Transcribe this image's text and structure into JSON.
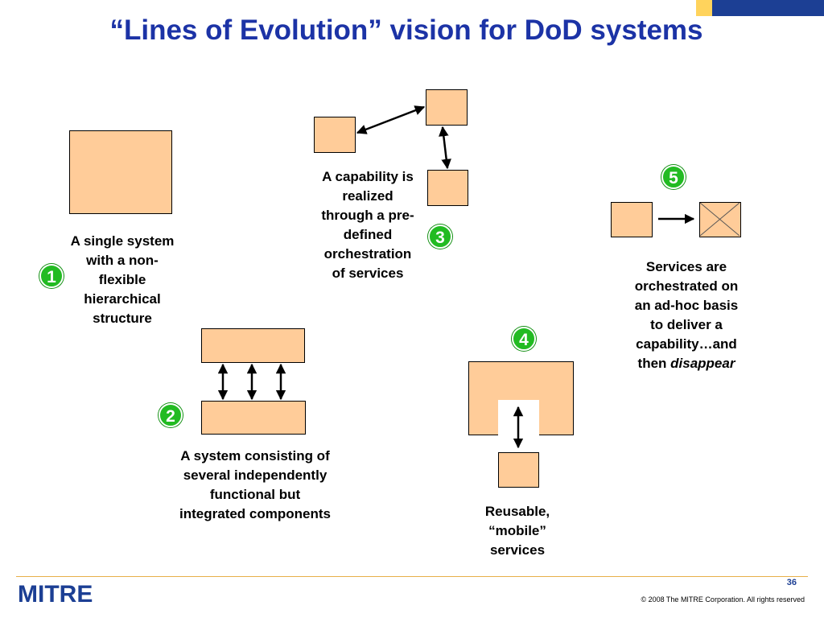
{
  "title": "“Lines of Evolution” vision for DoD systems",
  "badges": [
    "1",
    "2",
    "3",
    "4",
    "5"
  ],
  "captions": {
    "c1": [
      "A single system",
      "with a non-",
      "flexible",
      "hierarchical",
      "structure"
    ],
    "c2": [
      "A system consisting of",
      "several independently",
      "functional but",
      "integrated components"
    ],
    "c3": [
      "A capability is",
      "realized",
      "through a pre-",
      "defined",
      "orchestration",
      "of services"
    ],
    "c4": [
      "Reusable,",
      "“mobile”",
      "services"
    ],
    "c5_lines": [
      "Services are",
      "orchestrated on",
      "an ad-hoc basis",
      "to deliver a",
      "capability…and"
    ],
    "c5_last_prefix": "then ",
    "c5_last_emph": "disappear"
  },
  "footer": {
    "logo": "MITRE",
    "page_number": "36",
    "copyright": "© 2008 The MITRE Corporation. All rights reserved"
  },
  "colors": {
    "title": "#1C33A6",
    "box_fill": "#FFCC99",
    "badge": "#22BB22",
    "brand_blue": "#1C3F94",
    "brand_gold": "#FFD35C"
  }
}
